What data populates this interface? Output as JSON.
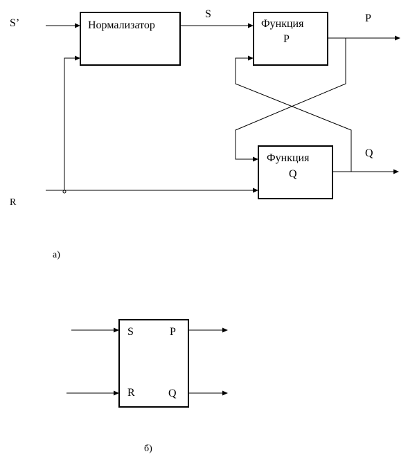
{
  "diagram_a": {
    "input_s_prime": "S’",
    "input_r": "R",
    "normalizer_label": "Нормализатор",
    "signal_s": "S",
    "func_p_line1": "Функция",
    "func_p_line2": "P",
    "output_p": "P",
    "func_q_line1": "Функция",
    "func_q_line2": "Q",
    "output_q": "Q",
    "caption": "а)"
  },
  "diagram_b": {
    "in_s": "S",
    "in_r": "R",
    "out_p": "P",
    "out_q": "Q",
    "caption": "б)"
  }
}
